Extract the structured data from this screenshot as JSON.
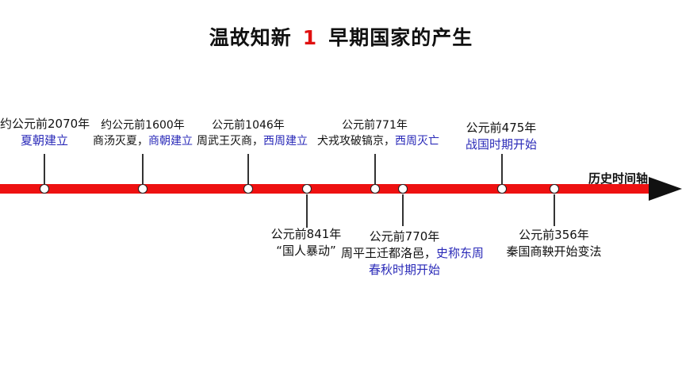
{
  "title": {
    "prefix": "温故知新",
    "number": "1",
    "main": "早期国家的产生"
  },
  "axis_label": "历史时间轴",
  "events_above": [
    {
      "date": "约公元前2070年",
      "desc": "",
      "highlight": "夏朝建立"
    },
    {
      "date": "约公元前1600年",
      "desc": "商汤灭夏，",
      "highlight": "商朝建立"
    },
    {
      "date": "公元前1046年",
      "desc": "周武王灭商，",
      "highlight": "西周建立"
    },
    {
      "date": "公元前771年",
      "desc": "犬戎攻破镐京，",
      "highlight": "西周灭亡"
    },
    {
      "date": "公元前475年",
      "desc": "",
      "highlight": "战国时期开始"
    }
  ],
  "events_below": [
    {
      "date": "公元前841年",
      "line2": "“国人暴动”",
      "line2_highlight": "",
      "line3": ""
    },
    {
      "date": "公元前770年",
      "line2": "周平王迁都洛邑，",
      "line2_highlight": "史称东周",
      "line3": "春秋时期开始"
    },
    {
      "date": "公元前356年",
      "line2": "秦国商鞅开始变法",
      "line2_highlight": "",
      "line3": ""
    }
  ],
  "colors": {
    "axis": "#ee1111",
    "highlight": "#2a2ab8",
    "title_number": "#e01010"
  }
}
